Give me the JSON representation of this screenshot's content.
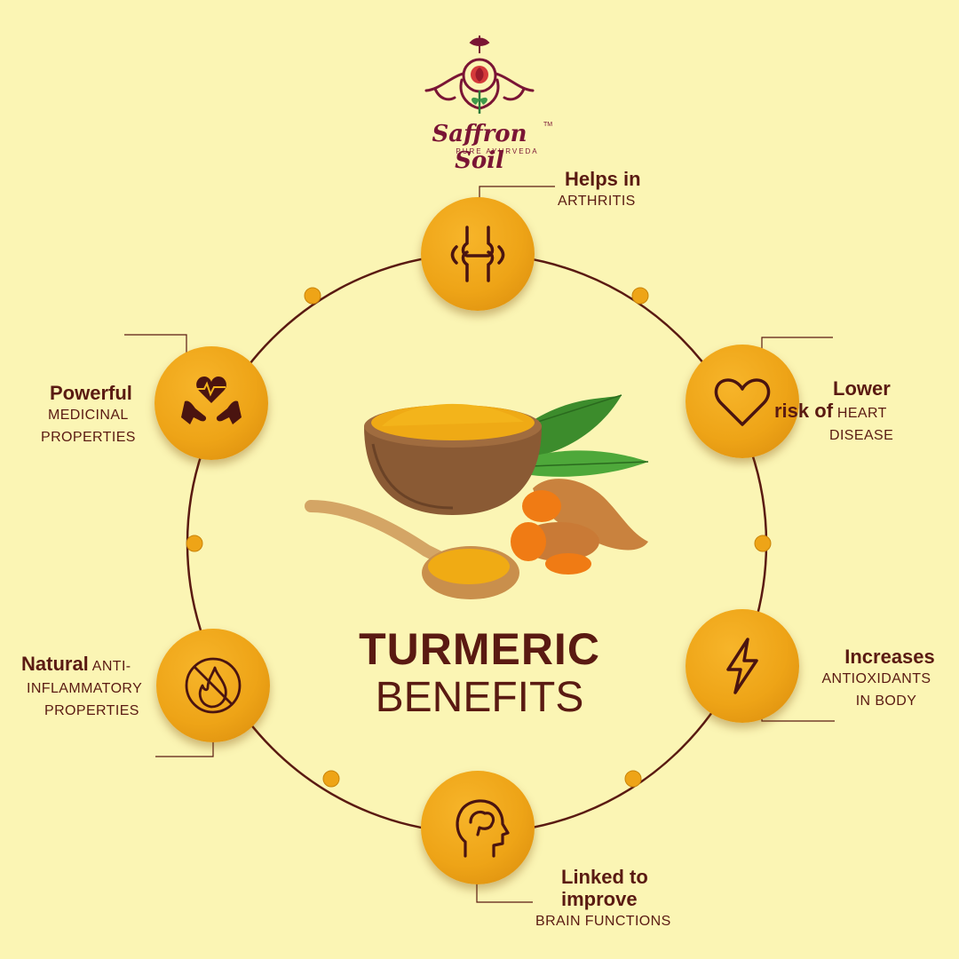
{
  "brand": {
    "name": "Saffron Soil",
    "trademark": "TM",
    "tagline": "PURE AYURVEDA",
    "color": "#7a1535"
  },
  "title": {
    "line1": "TURMERIC",
    "line2": "BENEFITS"
  },
  "colors": {
    "background": "#fbf5b4",
    "accent": "#eea417",
    "text": "#5a1a12"
  },
  "benefits": [
    {
      "icon": "joint-icon",
      "big": "Helps in",
      "small": "ARTHRITIS"
    },
    {
      "icon": "heart-icon",
      "big1": "Lower",
      "big2": "risk of",
      "small1": "HEART",
      "small2": "DISEASE"
    },
    {
      "icon": "lightning-icon",
      "big": "Increases",
      "small1": "ANTIOXIDANTS",
      "small2": "IN BODY"
    },
    {
      "icon": "brain-head-icon",
      "big1": "Linked to",
      "big2": "improve",
      "small": "BRAIN FUNCTIONS"
    },
    {
      "icon": "no-fire-icon",
      "big": "Natural",
      "small1": "ANTI-",
      "small2": "INFLAMMATORY",
      "small3": "PROPERTIES"
    },
    {
      "icon": "heart-hands-icon",
      "big": "Powerful",
      "small1": "MEDICINAL",
      "small2": "PROPERTIES"
    }
  ]
}
